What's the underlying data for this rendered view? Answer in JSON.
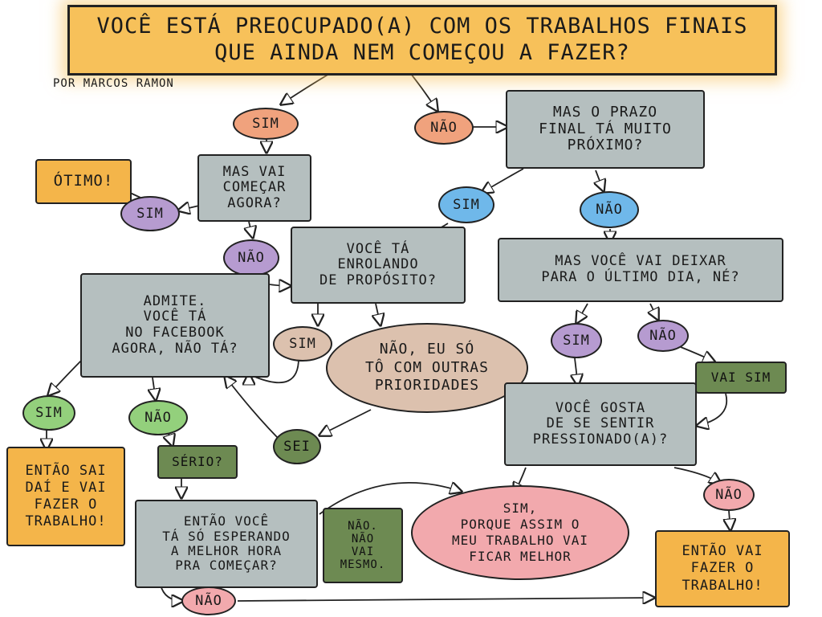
{
  "title": "VOCÊ ESTÁ PREOCUPADO(A) COM OS TRABALHOS FINAIS\nQUE AINDA NEM COMEÇOU A FAZER?",
  "byline": "POR MARCOS RAMON",
  "nodes": {
    "sim1": "SIM",
    "nao1": "NÃO",
    "mas_vai_comecar": "MAS VAI\nCOMEÇAR\nAGORA?",
    "otimo": "ÓTIMO!",
    "sim2": "SIM",
    "nao2": "NÃO",
    "prazo": "MAS O PRAZO\nFINAL TÁ MUITO\nPRÓXIMO?",
    "sim3": "SIM",
    "nao3": "NÃO",
    "enrolando": "VOCÊ TÁ\nENROLANDO\nDE PROPÓSITO?",
    "ultimo_dia": "MAS VOCÊ VAI DEIXAR\nPARA O ÚLTIMO DIA, NÉ?",
    "admite": "ADMITE.\nVOCÊ TÁ\nNO FACEBOOK\nAGORA, NÃO TÁ?",
    "sim4": "SIM",
    "nao_prioridades": "NÃO, EU SÓ\nTÔ COM OUTRAS\nPRIORIDADES",
    "sim5": "SIM",
    "nao4": "NÃO",
    "vai_sim": "VAI SIM",
    "sim6": "SIM",
    "nao5": "NÃO",
    "gosta_pressionado": "VOCÊ GOSTA\nDE SE SENTIR\nPRESSIONADO(A)?",
    "sei": "SEI",
    "serio": "SÉRIO?",
    "entao_sai": "ENTÃO SAI\nDAÍ E VAI\nFAZER O\nTRABALHO!",
    "esperando": "ENTÃO VOCÊ\nTÁ SÓ ESPERANDO\nA MELHOR HORA\nPRA COMEÇAR?",
    "nao_vai": "NÃO.\nNÃO\nVAI\nMESMO.",
    "sim_porque": "SIM,\nPORQUE ASSIM O\nMEU TRABALHO VAI\nFICAR MELHOR",
    "nao6": "NÃO",
    "entao_vai": "ENTÃO VAI\nFAZER O\nTRABALHO!",
    "nao7": "NÃO"
  },
  "colors": {
    "title": "#f7c15a",
    "gray_box": "#b5bfbf",
    "orange_box": "#f4b54a",
    "dark_green_box": "#6d8a52",
    "salmon": "#f0a27d",
    "blue": "#6fb8ea",
    "purple": "#b69bd0",
    "tan": "#dcc1ae",
    "green": "#93d07c",
    "pink": "#f2a9ad"
  }
}
